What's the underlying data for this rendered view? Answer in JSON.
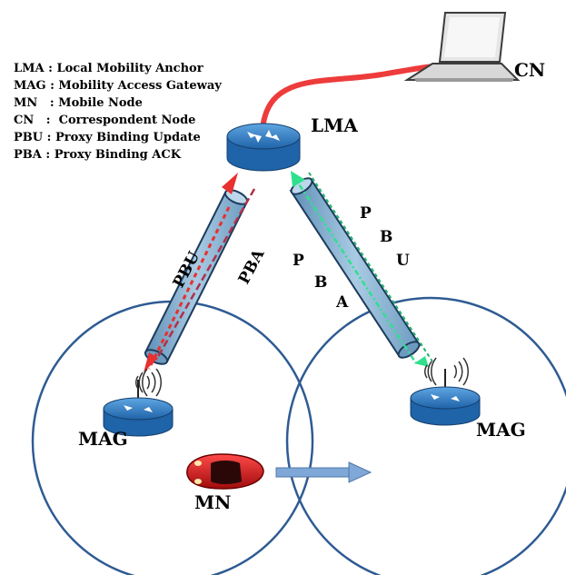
{
  "legend": [
    "LMA : Local Mobility Anchor",
    "MAG : Mobility Access Gateway",
    "MN   : Mobile Node",
    "CN   :  Correspondent Node",
    "PBU : Proxy Binding Update",
    "PBA : Proxy Binding ACK"
  ],
  "nodes": {
    "cn": "CN",
    "lma": "LMA",
    "mag_left": "MAG",
    "mag_right": "MAG",
    "mn": "MN"
  },
  "tunnels": {
    "left_pbu": "PBU",
    "left_pba": "PBA",
    "right_pba_letters": [
      "P",
      "B",
      "A"
    ],
    "right_pbu_letters": [
      "P",
      "B",
      "U"
    ]
  },
  "colors": {
    "cell_border": "#2e5b93",
    "tunnel_fill": "#8eb7d6",
    "link_cn": "#ee3b3b",
    "pbu_left_arrow": "#e83030",
    "pba_left_line": "#b0304a",
    "pbu_right_arrow": "#2fe08c",
    "router_body": "#2f7fc6",
    "car": "#d81818",
    "motion_arrow": "#7fa8d8"
  }
}
